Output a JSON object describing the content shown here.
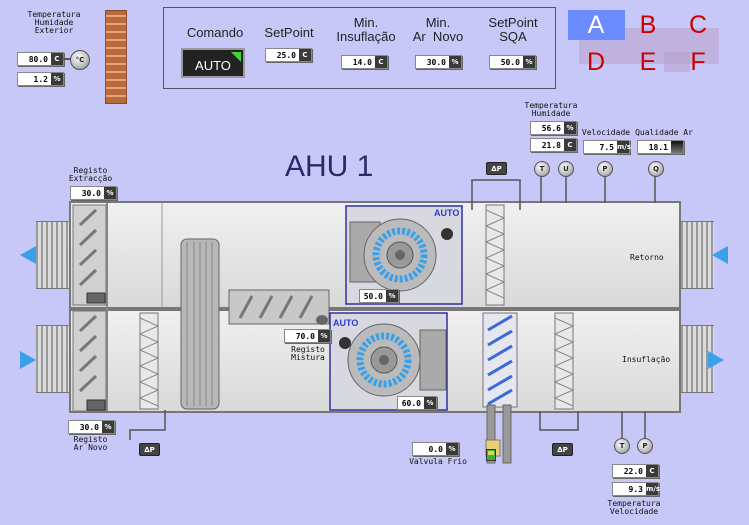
{
  "title": "AHU 1",
  "exterior": {
    "label": "Temperatura\nHumidade\nExterior",
    "temp": {
      "value": "80.0",
      "unit": "C"
    },
    "hum": {
      "value": "1.2",
      "unit": "%"
    },
    "sensor": "°C"
  },
  "panel": {
    "comando": {
      "label": "Comando",
      "value": "AUTO"
    },
    "setpoint": {
      "label": "SetPoint",
      "value": "25.0",
      "unit": "C"
    },
    "min_insuflacao": {
      "label": "Min.\nInsuflação",
      "value": "14.0",
      "unit": "C"
    },
    "min_ar_novo": {
      "label": "Min.\nAr  Novo",
      "value": "30.0",
      "unit": "%"
    },
    "setpoint_sqa": {
      "label": "SetPoint\nSQA",
      "value": "50.0",
      "unit": "%"
    }
  },
  "nav": {
    "a": "A",
    "b": "B",
    "c": "C",
    "d": "D",
    "e": "E",
    "f": "F"
  },
  "return_sensors": {
    "temp_hum_label": "Temperatura\nHumidade",
    "temp": {
      "value": "56.6",
      "unit": "%"
    },
    "hum": {
      "value": "21.8",
      "unit": "C"
    },
    "velocidade_label": "Velocidade",
    "velocidade": {
      "value": "7.5",
      "unit": "m/s"
    },
    "qualidade_label": "Qualidade Ar",
    "qualidade": {
      "value": "18.1",
      "unit": ""
    },
    "sensor_t": "T",
    "sensor_u": "U",
    "sensor_p": "P",
    "sensor_q": "Q"
  },
  "registo_extraccao": {
    "label": "Registo\nExtracção",
    "value": "30.0",
    "unit": "%"
  },
  "registo_ar_novo": {
    "label": "Registo\nAr Novo",
    "value": "30.0",
    "unit": "%"
  },
  "registo_mistura": {
    "label": "Registo\nMistura",
    "value": "70.0",
    "unit": "%"
  },
  "fan_return": {
    "mode": "AUTO",
    "value": "50.0",
    "unit": "%"
  },
  "fan_supply": {
    "mode": "AUTO",
    "value": "60.0",
    "unit": "%"
  },
  "valvula_frio": {
    "label": "Valvula Frio",
    "value": "0.0",
    "unit": "%"
  },
  "supply_sensors": {
    "label": "Temperatura\nVelocidade",
    "temp": {
      "value": "22.0",
      "unit": "C"
    },
    "vel": {
      "value": "9.3",
      "unit": "m/s"
    },
    "sensor_t": "T",
    "sensor_p": "P"
  },
  "dp_label": "ΔP",
  "duct_labels": {
    "retorno": "Retorno",
    "insuflacao": "Insuflação"
  },
  "colors": {
    "background": "#c8c8f8",
    "nav_active": "#6b8cff",
    "nav_text": "#cc0000",
    "auto": "#2b3bd0",
    "arrow": "#3aa0e8"
  }
}
